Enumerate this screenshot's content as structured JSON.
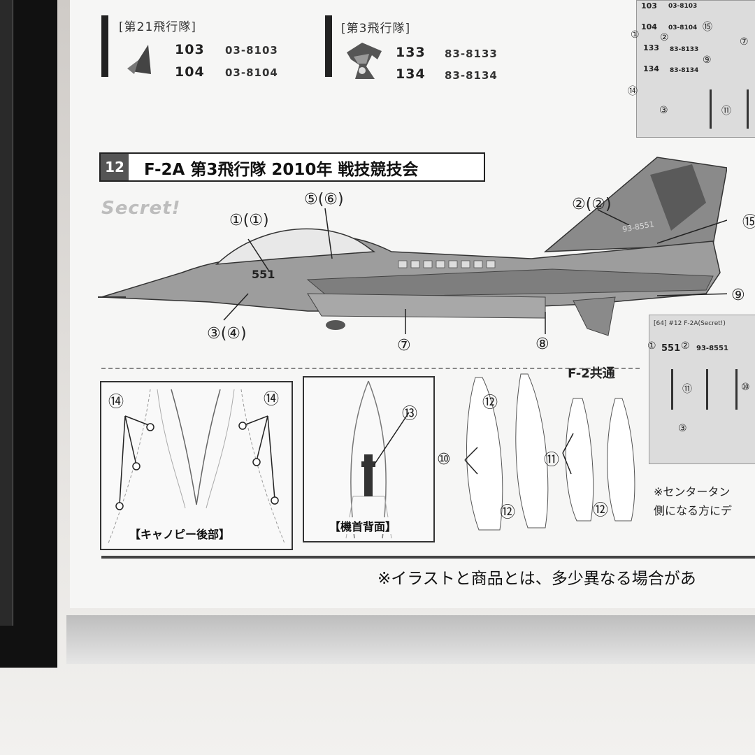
{
  "squadrons": [
    {
      "label": "[第21飛行隊]",
      "aircraft": [
        {
          "number": "103",
          "serial": "03-8103"
        },
        {
          "number": "104",
          "serial": "03-8104"
        }
      ]
    },
    {
      "label": "[第3飛行隊]",
      "aircraft": [
        {
          "number": "133",
          "serial": "83-8133"
        },
        {
          "number": "134",
          "serial": "83-8134"
        }
      ]
    }
  ],
  "thumb_top": {
    "rows": [
      "103",
      "03-8103",
      "104",
      "03-8104",
      "133",
      "83-8133",
      "134",
      "83-8134"
    ],
    "markers": [
      "①",
      "②",
      "⑮",
      "⑨",
      "⑦",
      "⑭",
      "③",
      "⑪"
    ]
  },
  "section": {
    "number": "12",
    "title": "F-2A 第3飛行隊 2010年 戦技競技会",
    "watermark": "Secret!"
  },
  "callouts": {
    "c1": "①(①)",
    "c2": "⑤(⑥)",
    "c3": "②(②)",
    "c4": "③(④)",
    "c5": "⑦",
    "c6": "⑧",
    "c7": "⑨",
    "c8": "⑮"
  },
  "aircraft_markings": {
    "nose_number": "551",
    "tail_serial": "93-8551"
  },
  "thumb_bottom": {
    "header": "[64] #12 F-2A(Secret!)",
    "row1_num": "551",
    "row1_serial": "93-8551",
    "markers": [
      "①",
      "②",
      "⑪",
      "⑩",
      "③"
    ]
  },
  "common_label": "F-2共通",
  "panels": [
    {
      "label": "【キャノピー後部】",
      "callout": "⑭"
    },
    {
      "label": "【機首背面】",
      "callout": "⑬"
    }
  ],
  "tank_callouts": [
    "⑫",
    "⑩",
    "⑫",
    "⑪",
    "⑫"
  ],
  "side_note": [
    "※センタータン",
    "側になる方にデ"
  ],
  "footer_note": "※イラストと商品とは、多少異なる場合があ"
}
